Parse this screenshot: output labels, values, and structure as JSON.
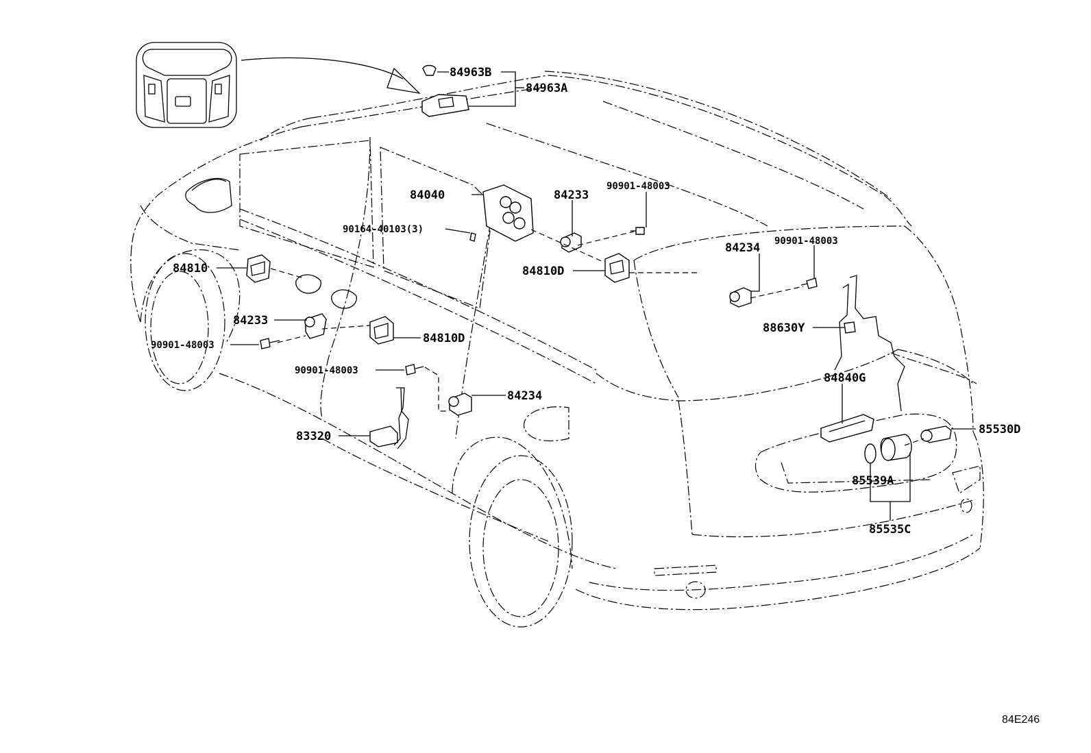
{
  "diagram": {
    "reference_code": "84E246",
    "callouts": [
      {
        "id": "84963B",
        "label": "84963B"
      },
      {
        "id": "84963A",
        "label": "84963A"
      },
      {
        "id": "84040",
        "label": "84040"
      },
      {
        "id": "84233_upper",
        "label": "84233"
      },
      {
        "id": "90901_a",
        "label": "90901-48003"
      },
      {
        "id": "90164",
        "label": "90164-40103(3)"
      },
      {
        "id": "84234_upper",
        "label": "84234"
      },
      {
        "id": "90901_b",
        "label": "90901-48003"
      },
      {
        "id": "84810",
        "label": "84810"
      },
      {
        "id": "84810D_upper",
        "label": "84810D"
      },
      {
        "id": "84233_lower",
        "label": "84233"
      },
      {
        "id": "90901_c",
        "label": "90901-48003"
      },
      {
        "id": "84810D_lower",
        "label": "84810D"
      },
      {
        "id": "88630Y",
        "label": "88630Y"
      },
      {
        "id": "90901_d",
        "label": "90901-48003"
      },
      {
        "id": "84234_lower",
        "label": "84234"
      },
      {
        "id": "84840G",
        "label": "84840G"
      },
      {
        "id": "83320",
        "label": "83320"
      },
      {
        "id": "85530D",
        "label": "85530D"
      },
      {
        "id": "85539A",
        "label": "85539A"
      },
      {
        "id": "85535C",
        "label": "85535C"
      }
    ]
  }
}
